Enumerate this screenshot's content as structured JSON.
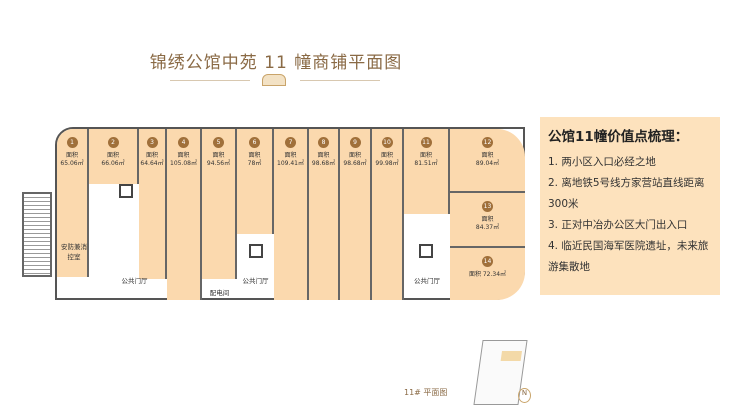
{
  "title": "锦绣公馆中苑 11 幢商铺平面图",
  "area_label": "面积",
  "units": [
    {
      "no": "1",
      "area": "65.06㎡"
    },
    {
      "no": "2",
      "area": "66.06㎡"
    },
    {
      "no": "3",
      "area": "64.64㎡"
    },
    {
      "no": "4",
      "area": "105.08㎡"
    },
    {
      "no": "5",
      "area": "94.56㎡"
    },
    {
      "no": "6",
      "area": "78㎡"
    },
    {
      "no": "7",
      "area": "109.41㎡"
    },
    {
      "no": "8",
      "area": "98.68㎡"
    },
    {
      "no": "9",
      "area": "98.68㎡"
    },
    {
      "no": "10",
      "area": "99.98㎡"
    },
    {
      "no": "11",
      "area": "81.51㎡"
    },
    {
      "no": "12",
      "area": "89.04㎡"
    },
    {
      "no": "13",
      "area": "84.37㎡"
    },
    {
      "no": "14",
      "area": "面积 72.34㎡"
    }
  ],
  "rooms": {
    "security": "安防兼消控室",
    "hall": "公共门厅",
    "power": "配电间"
  },
  "info": {
    "heading": "公馆11幢价值点梳理：",
    "points": [
      "1.  两小区入口必经之地",
      "2.  离地铁5号线方家营站直线距离300米",
      "3.  正对中冶办公区大门出入口",
      "4.  临近民国海军医院遗址，未来旅游集散地"
    ]
  },
  "caption": "11# 平面图",
  "north": "N"
}
